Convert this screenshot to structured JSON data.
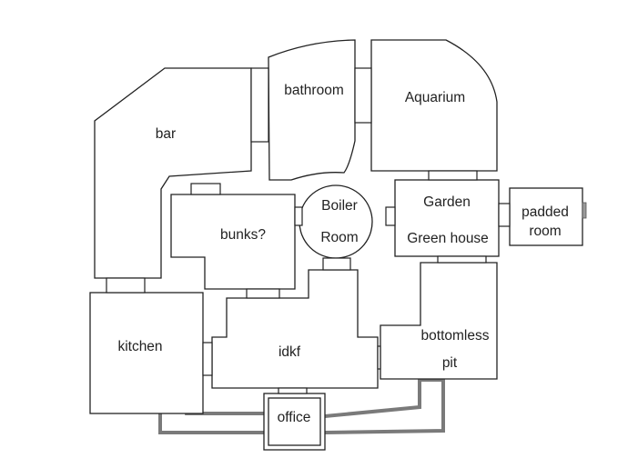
{
  "floor_plan": {
    "rooms": {
      "bar": "bar",
      "bathroom": "bathroom",
      "aquarium": "Aquarium",
      "boiler_line1": "Boiler",
      "boiler_line2": "Room",
      "garden_line1": "Garden",
      "garden_line2": "Green house",
      "padded_line1": "padded",
      "padded_line2": "room",
      "bunks": "bunks?",
      "kitchen": "kitchen",
      "idkf": "idkf",
      "bottomless_line1": "bottomless",
      "bottomless_line2": "pit",
      "office": "office"
    },
    "colors": {
      "wall": "#222222",
      "corridor": "#7a7a7a",
      "background": "#ffffff"
    }
  }
}
